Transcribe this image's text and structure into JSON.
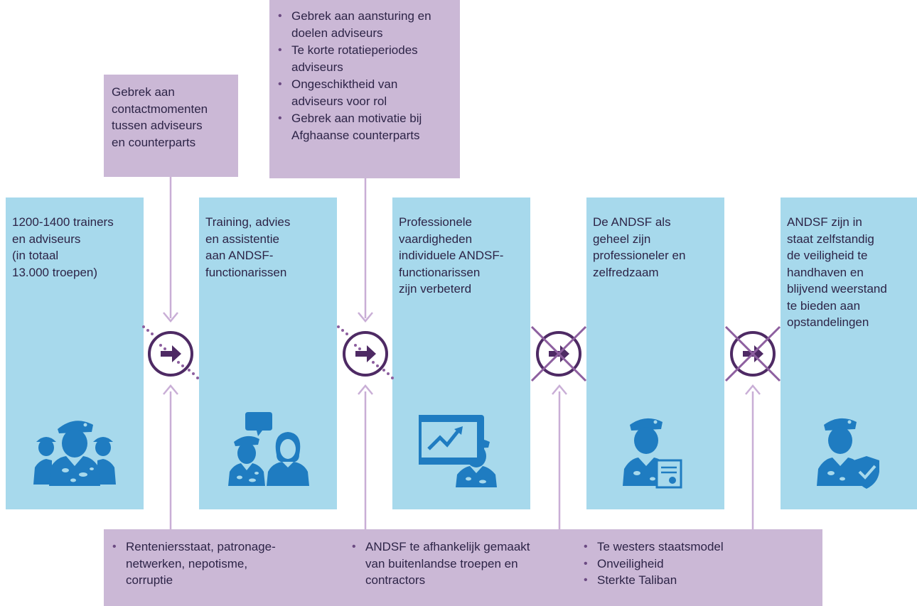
{
  "stages": [
    {
      "text": "1200-1400 trainers\nen adviseurs\n(in totaal\n13.000 troepen)",
      "icon": "soldiers-group-icon"
    },
    {
      "text": "Training, advies\nen assistentie\naan ANDSF-\nfunctionarissen",
      "icon": "soldier-advisor-icon"
    },
    {
      "text": "Professionele\nvaardigheden\nindividuele ANDSF-\nfunctionarissen\nzijn verbeterd",
      "icon": "soldier-chart-icon"
    },
    {
      "text": "De ANDSF als\ngeheel zijn\nprofessioneler en\nzelfredzaam",
      "icon": "soldier-certificate-icon"
    },
    {
      "text": "ANDSF zijn in\nstaat zelfstandig\nde veiligheid te\nhandhaven en\nblijvend weerstand\nte bieden aan\nopstandelingen",
      "icon": "soldier-shield-icon"
    }
  ],
  "top_factors": {
    "contact": "Gebrek aan\ncontactmomenten\ntussen adviseurs\nen counterparts",
    "advisors": [
      "Gebrek aan aansturing en\ndoelen adviseurs",
      "Te korte rotatieperiodes\nadviseurs",
      "Ongeschiktheid van\nadviseurs voor rol",
      "Gebrek aan motivatie bij\nAfghaanse counterparts"
    ]
  },
  "bottom_factors": {
    "col1": [
      "Renteniersstaat, patronage-\nnetwerken, nepotisme,\ncorruptie"
    ],
    "col2": [
      "ANDSF te afhankelijk gemaakt\nvan buitenlandse troepen en\ncontractors"
    ],
    "col3": [
      "Te westers staatsmodel",
      "Onveiligheid",
      "Sterkte Taliban"
    ]
  },
  "colors": {
    "stage_fill": "#a7d9ec",
    "factor_fill": "#cbb8d6",
    "icon_blue": "#1f7cc1",
    "connector_purple": "#4e2a64",
    "line_lilac": "#c9aed6",
    "cross_purple": "#8d5f9f"
  }
}
